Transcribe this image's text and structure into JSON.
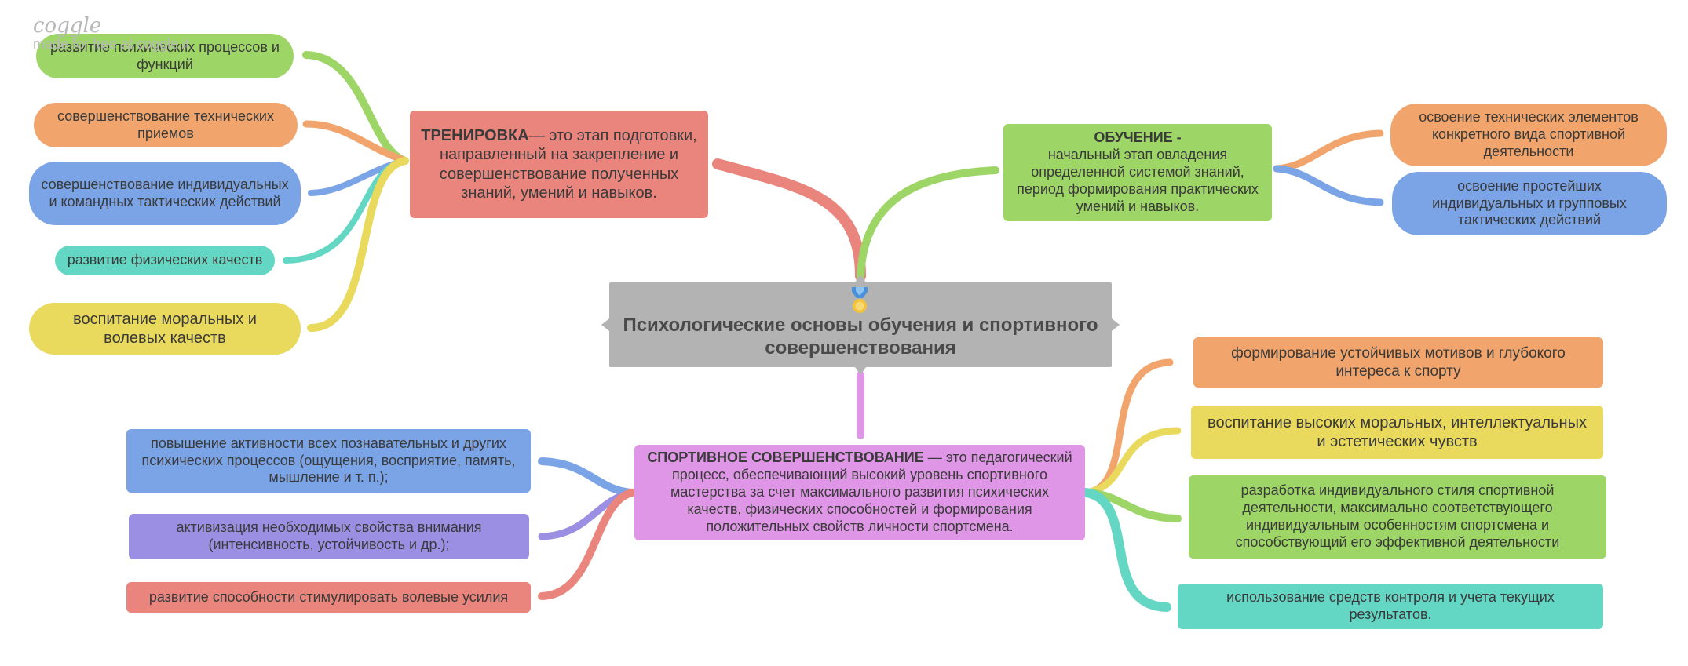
{
  "watermark": {
    "logo": "coggle",
    "text": "made for free at coggle.it"
  },
  "icons": {
    "center": "medal-icon"
  },
  "colors": {
    "red": "#E9857D",
    "green": "#9ED567",
    "orange": "#F1A56C",
    "blue": "#7BA4E7",
    "teal": "#63D7C3",
    "yellow": "#E9D95D",
    "violet": "#9A8FE3",
    "pink": "#E096E7",
    "gray": "#B3B3B3"
  },
  "center": {
    "title": "Психологические основы обучения и спортивного совершенствования"
  },
  "training": {
    "title": "ТРЕНИРОВКА",
    "text": "— это этап подготовки, направленный на закрепление и совершенствование полученных знаний, умений и навыков.",
    "items": [
      "развитие психических процессов и функций",
      "совершенствование технических приемов",
      "совершенствование индивидуальных и командных тактических действий",
      "развитие физических качеств",
      "воспитание моральных и волевых качеств"
    ]
  },
  "learning": {
    "title": "ОБУЧЕНИЕ -",
    "text": "начальный этап овладения определенной системой знаний, период формирования практических умений и навыков.",
    "items": [
      "освоение технических элементов конкретного вида спортивной деятельности",
      "освоение простейших индивидуальных и групповых тактических действий"
    ]
  },
  "improvement": {
    "title": "СПОРТИВНОЕ СОВЕРШЕНСТВОВАНИЕ",
    "text": " — это педагогический процесс, обеспечивающий высокий уровень спортивного мастерства за счет максимального развития психических качеств, физических способностей и формирования положительных свойств личности спортсмена.",
    "left_items": [
      "повышение активности всех познавательных и других психических процессов (ощущения, восприятие, память, мышление и т. п.);",
      "активизация необходимых свойства внимания (интенсивность, устойчивость и др.);",
      "развитие способности стимулировать волевые усилия"
    ],
    "right_items": [
      "формирование устойчивых мотивов и глубокого интереса к спорту",
      "воспитание высоких моральных, интеллектуальных и эстетических чувств",
      "разработка индивидуального стиля спортивной деятельности, максимально соответствующего индивидуальным особенностям спортсмена и способствующий его эффективной деятельности",
      "использование средств контроля и учета текущих результатов."
    ]
  }
}
